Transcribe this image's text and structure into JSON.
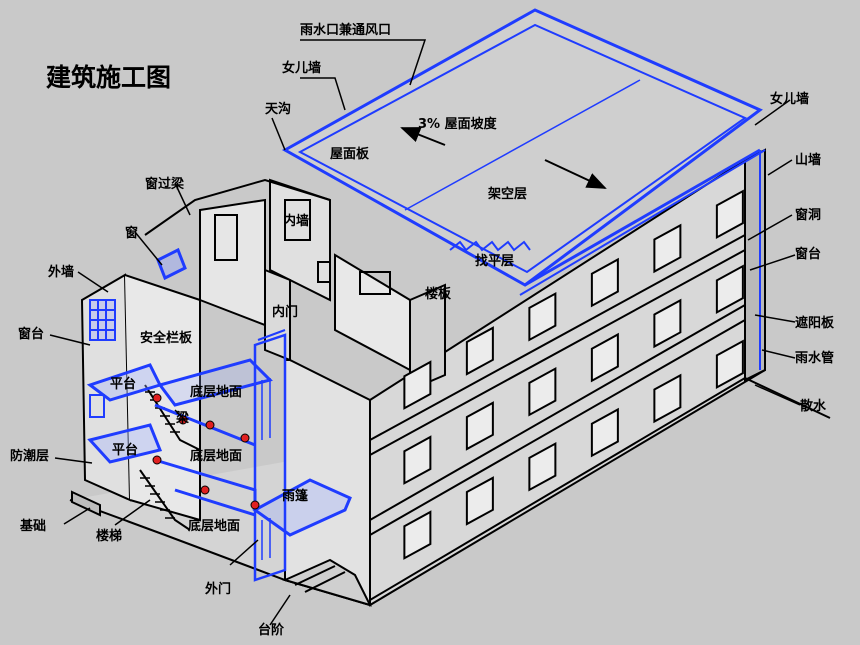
{
  "title": "建筑施工图",
  "colors": {
    "background": "#c9c9c9",
    "line": "#000000",
    "highlight": "#1f3cff",
    "point": "#e02020"
  },
  "labels": {
    "rain_outlet": "雨水口兼通风口",
    "parapet_left": "女儿墙",
    "parapet_right": "女儿墙",
    "gutter": "天沟",
    "roof_slope": "3% 屋面坡度",
    "roof_slab": "屋面板",
    "overhead_layer": "架空层",
    "gable_wall": "山墙",
    "lintel": "窗过梁",
    "window_opening": "窗洞",
    "inner_wall": "内墙",
    "window": "窗",
    "leveling_layer": "找平层",
    "windowsill_right": "窗台",
    "outer_wall": "外墙",
    "floor_slab": "楼板",
    "windowsill_left": "窗台",
    "inner_door": "内门",
    "sunshade": "遮阳板",
    "safety_rail": "安全栏板",
    "downpipe": "雨水管",
    "platform_upper": "平台",
    "floor_beam_upper": "底层地面",
    "apron": "散水",
    "beam": "梁",
    "damp_proof": "防潮层",
    "platform_lower": "平台",
    "floor_beam_middle": "底层地面",
    "canopy": "雨篷",
    "foundation": "基础",
    "stair": "楼梯",
    "floor_beam_lower": "底层地面",
    "outer_door": "外门",
    "steps": "台阶"
  }
}
